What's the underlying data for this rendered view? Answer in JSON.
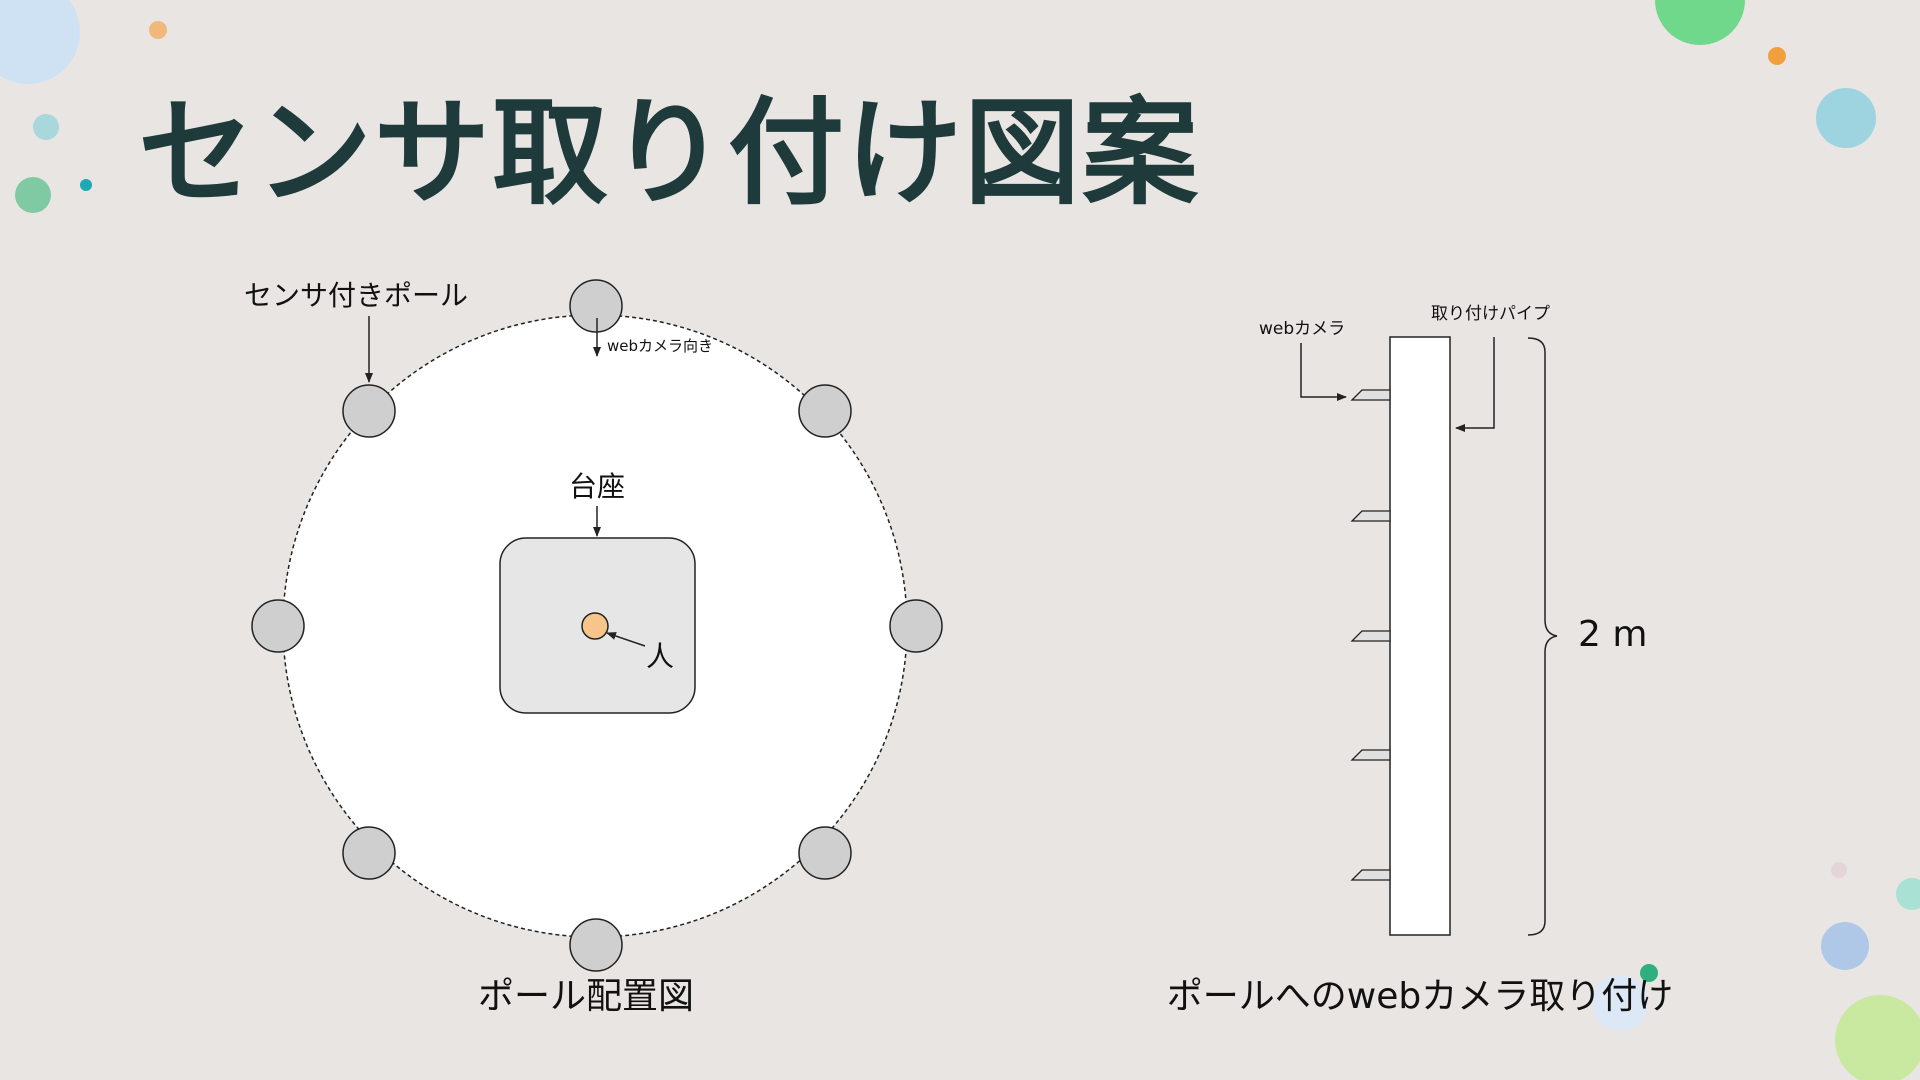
{
  "slide": {
    "title": "センサ取り付け図案"
  },
  "left_diagram": {
    "caption": "ポール配置図",
    "pole_label": "センサ付きポール",
    "camera_direction_label": "webカメラ向き",
    "base_label": "台座",
    "person_label": "人",
    "pole_count": 8
  },
  "right_diagram": {
    "caption": "ポールへのwebカメラ取り付け",
    "camera_label": "webカメラ",
    "pipe_label": "取り付けパイプ",
    "height_label": "2 m",
    "camera_count": 5
  },
  "colors": {
    "background": "#e8e5e2",
    "title": "#1e3a3a",
    "pole_fill": "#cfcfcf",
    "base_fill": "#e6e6e6",
    "person_fill": "#f7c58a",
    "stroke": "#222222",
    "decor_dots": [
      "#cfe2f3",
      "#f0b87a",
      "#a8d8dc",
      "#7fc9a3",
      "#1fa8b6",
      "#6fd88a",
      "#f2a03d",
      "#9ed4e0",
      "#a9e1d4",
      "#b0c8e8",
      "#c9e9a0",
      "#2fae7e",
      "#e4d6d8"
    ]
  }
}
